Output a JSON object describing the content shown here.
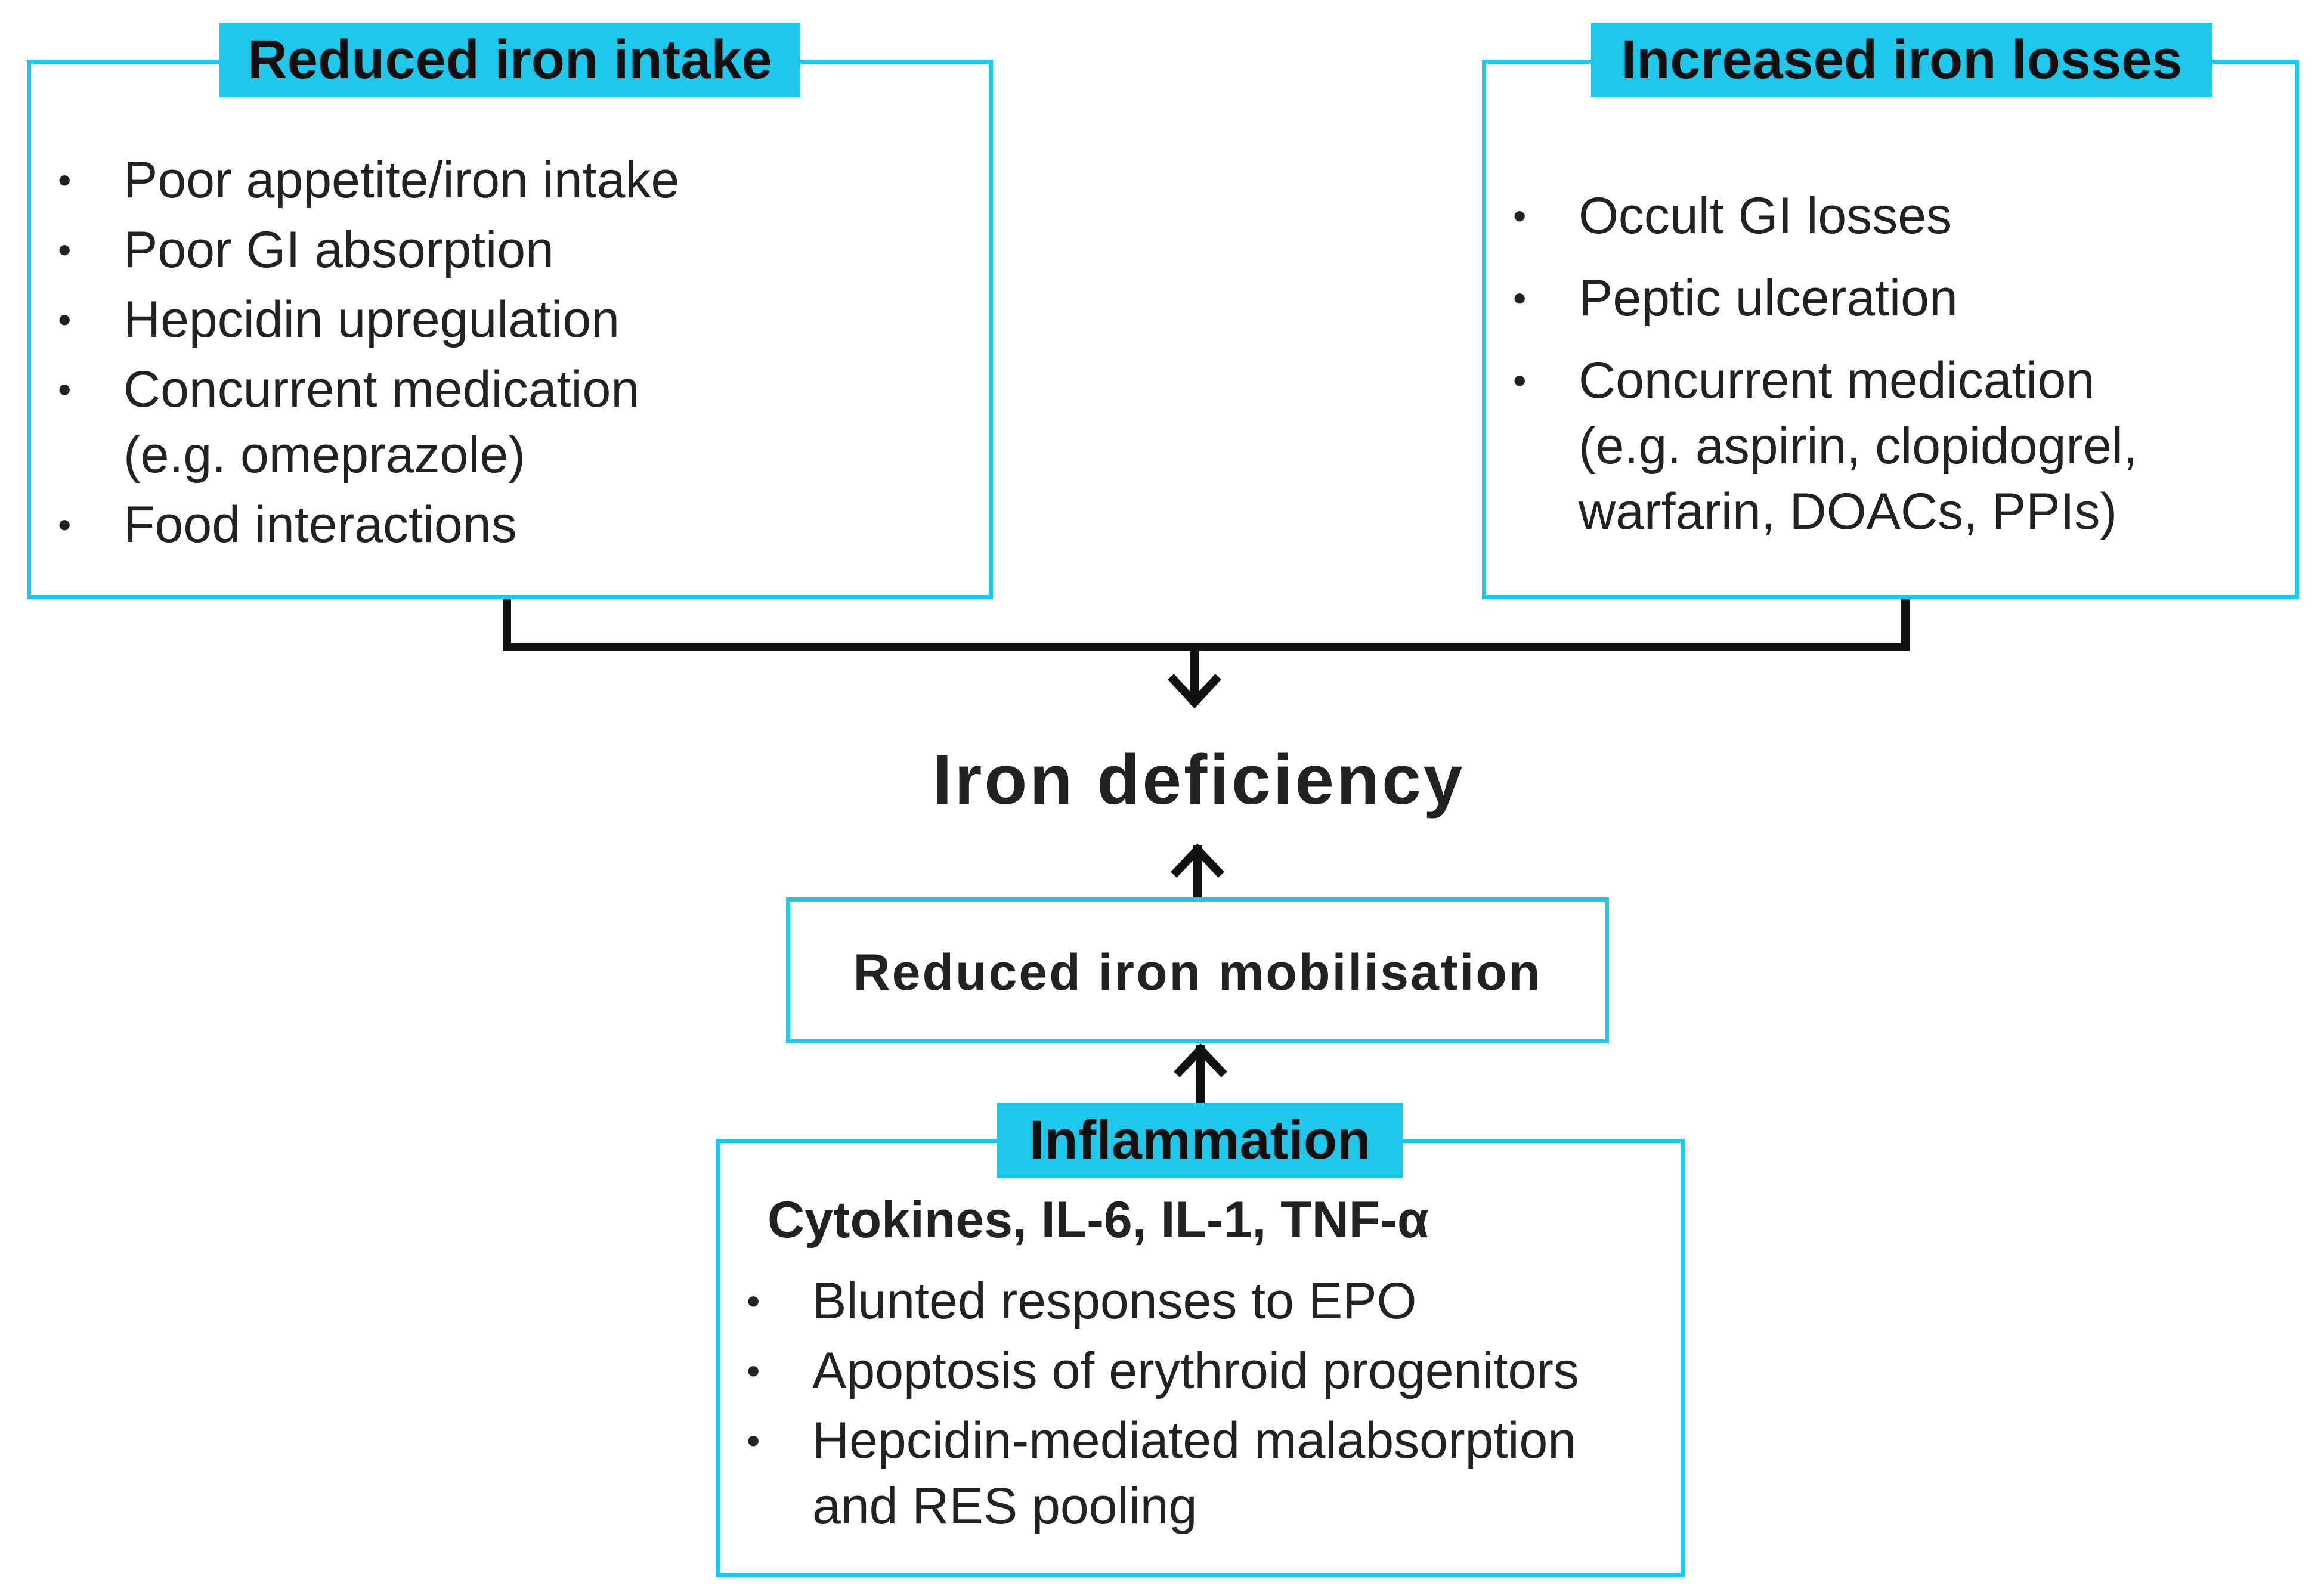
{
  "boxes": {
    "intake": {
      "title": "Reduced iron intake",
      "items": [
        "Poor appetite/iron intake",
        "Poor GI absorption",
        "Hepcidin upregulation",
        "Concurrent medication",
        "Food interactions"
      ],
      "item_notes": {
        "concurrent_medication": "(e.g. omeprazole)"
      }
    },
    "losses": {
      "title": "Increased iron losses",
      "items": [
        "Occult GI losses",
        "Peptic ulceration",
        "Concurrent medication"
      ],
      "item_notes": {
        "concurrent_medication_1": "(e.g. aspirin, clopidogrel,",
        "concurrent_medication_2": "warfarin, DOACs, PPIs)"
      }
    },
    "mobilisation": {
      "label": "Reduced iron mobilisation"
    },
    "inflammation": {
      "title": "Inflammation",
      "subtitle": "Cytokines, IL-6, IL-1, TNF-α",
      "items": [
        "Blunted responses to EPO",
        "Apoptosis of erythroid progenitors",
        "Hepcidin-mediated malabsorption"
      ],
      "item_notes": {
        "hepcidin_continuation": "and RES pooling"
      }
    }
  },
  "center": {
    "title": "Iron deficiency"
  },
  "colors": {
    "accent": "#1fc7ea",
    "connector": "#111111",
    "text": "#222222"
  }
}
